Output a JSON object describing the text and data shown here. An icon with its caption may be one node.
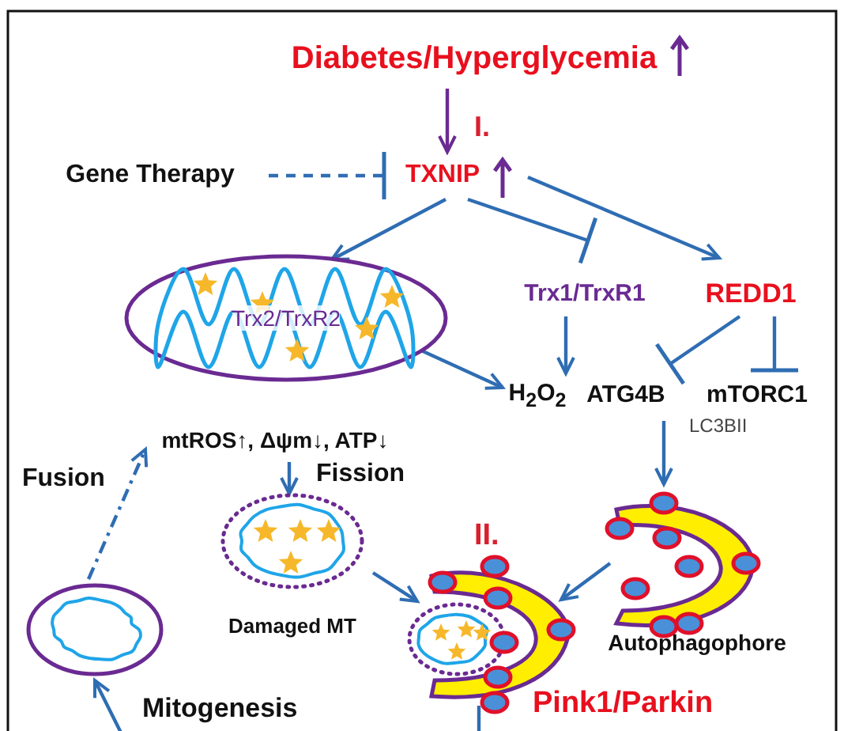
{
  "diagram": {
    "nodes": [
      {
        "text": [
          "Diabetes/Hyperglycemia"
        ]
      },
      {
        "text": [
          "TXNIP"
        ]
      },
      {
        "text": [
          "Gene Therapy"
        ]
      },
      {
        "text": [
          "Trx2/TrxR2"
        ]
      },
      {
        "text": [
          "Trx1/TrxR1"
        ]
      },
      {
        "text": [
          "REDD1"
        ]
      },
      {
        "text": [
          "H$_{2}$O$_{2}$"
        ]
      },
      {
        "text": [
          "ATG4B"
        ]
      },
      {
        "text": [
          "mTORC1"
        ]
      },
      {
        "text": [
          "mtROS↑, Δψm↓, ATP↓"
        ]
      },
      {
        "text": [
          "Damaged MT"
        ]
      },
      {
        "text": [
          "Autophagophore"
        ]
      },
      {
        "text": [],
        "shape": "picture",
        "beside": [
          "Pink1/Parkin"
        ]
      },
      {
        "text": [],
        "shape": "picture"
      }
    ],
    "edges": [
      {
        "from": 0,
        "to": 1,
        "arrow": "to",
        "color": "#6a2a92"
      },
      {
        "from": 2,
        "to": 1,
        "arrow": "other",
        "style": "dashed"
      },
      {
        "from": 1,
        "to": 3,
        "arrow": "to"
      },
      {
        "from": 1,
        "to": 4,
        "arrow": "other"
      },
      {
        "from": 1,
        "to": 5,
        "arrow": "to"
      },
      {
        "from": 4,
        "to": 6,
        "arrow": "to"
      },
      {
        "from": 3,
        "to": 6,
        "arrow": "to"
      },
      {
        "from": 5,
        "to": 7,
        "arrow": "other"
      },
      {
        "from": 5,
        "to": 8,
        "arrow": "other"
      },
      {
        "from": 7,
        "to": 11,
        "arrow": "to",
        "label": "LC3BII"
      },
      {
        "from": 9,
        "to": 10,
        "arrow": "to",
        "label": "Fission"
      },
      {
        "from": 10,
        "to": 12,
        "arrow": "to"
      },
      {
        "from": 11,
        "to": 12,
        "arrow": "to"
      },
      {
        "from": 12,
        "to": null,
        "arrow": "none"
      },
      {
        "from": null,
        "to": 13,
        "arrow": "to",
        "label": "Mitogenesis"
      },
      {
        "from": 13,
        "to": 9,
        "arrow": "to",
        "style": "dashed",
        "label": "Fusion"
      }
    ],
    "labels": [
      "I.",
      "II."
    ]
  }
}
